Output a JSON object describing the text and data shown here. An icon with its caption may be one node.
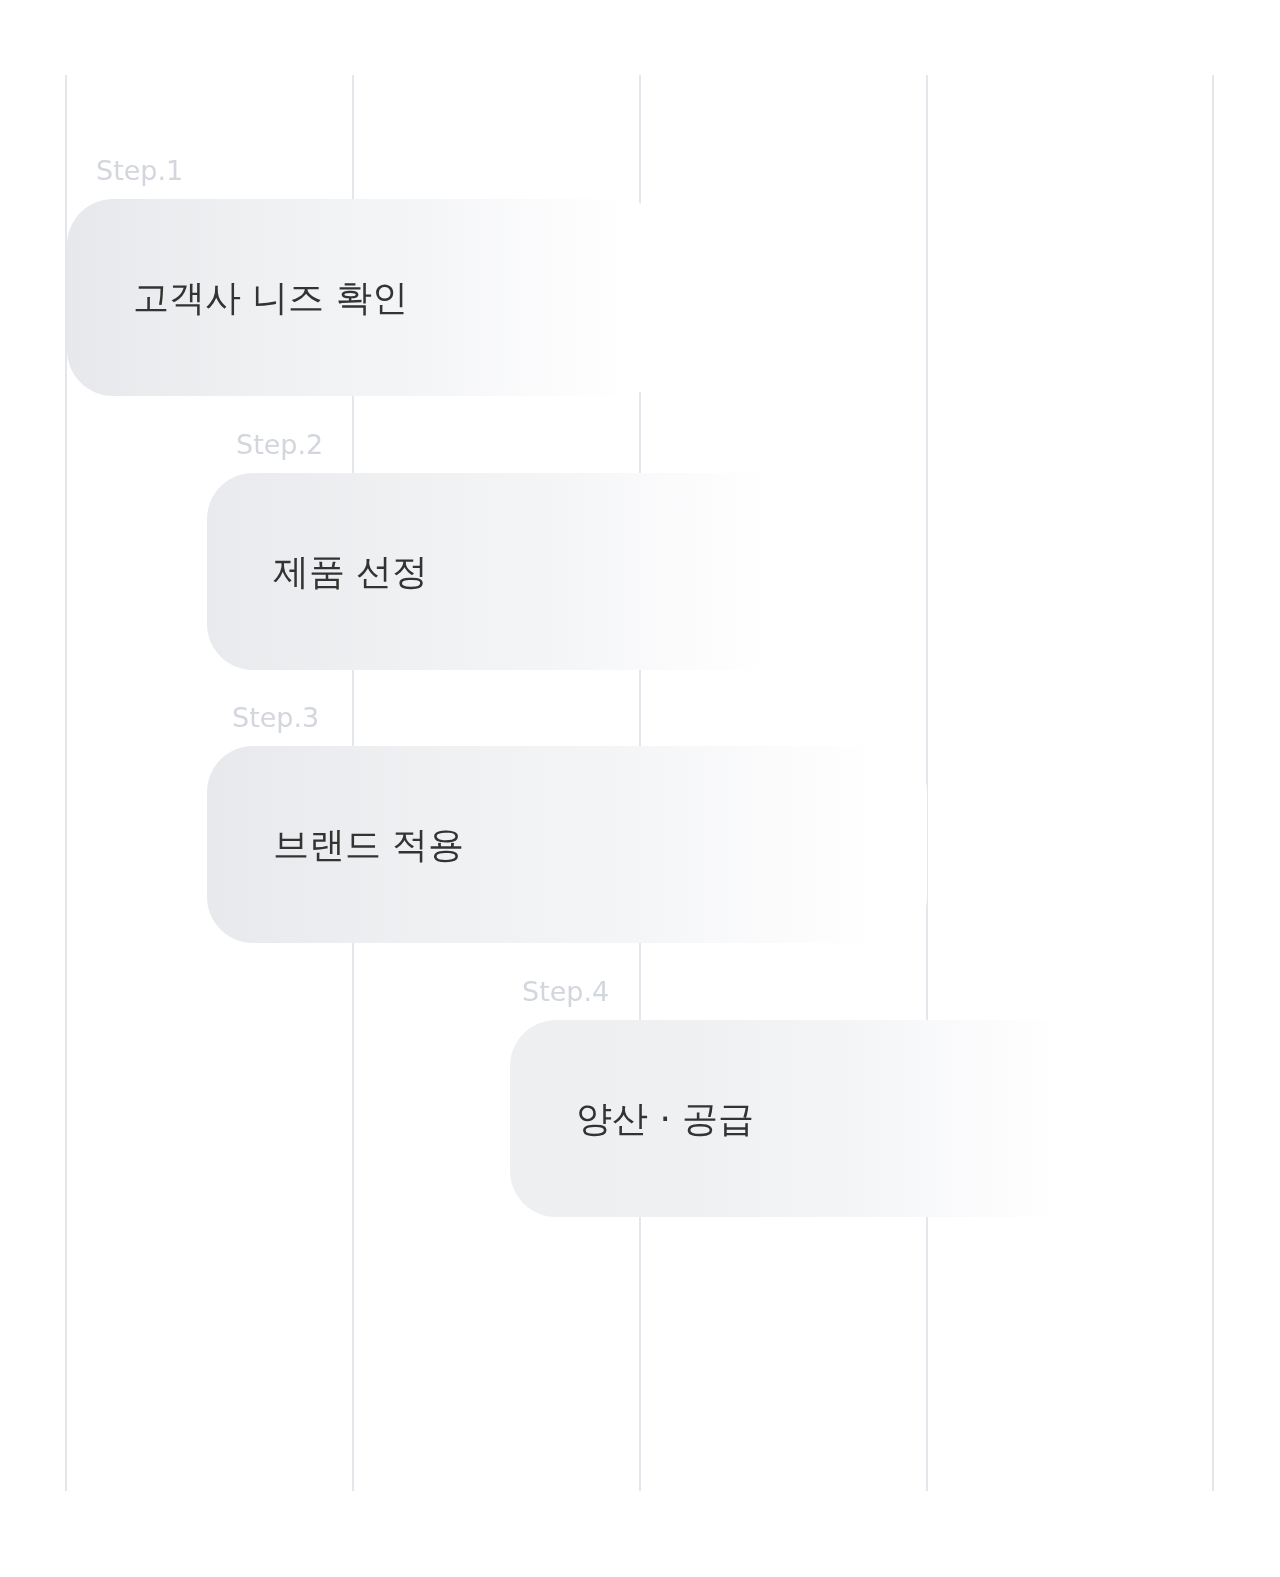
{
  "diagram": {
    "nodes": [
      {
        "text": [
          "Step.1",
          "고객사 니즈 확인"
        ]
      },
      {
        "text": [
          "Step.2",
          "제품 선정"
        ]
      },
      {
        "text": [
          "Step.3",
          "브랜드 적용"
        ]
      },
      {
        "text": [
          "Step.4",
          "양산 · 공급"
        ]
      }
    ]
  }
}
